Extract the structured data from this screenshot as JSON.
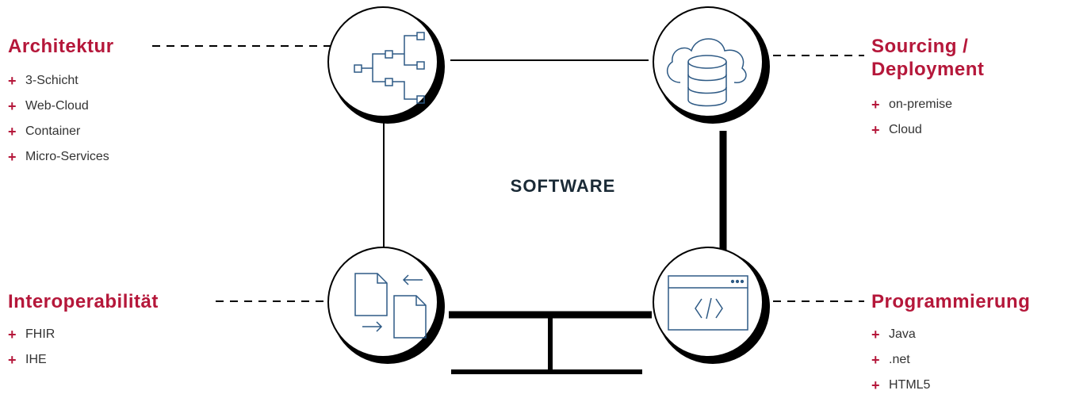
{
  "colors": {
    "accent": "#b5173a",
    "icon": "#2e5a85",
    "line": "#000000",
    "text": "#333333"
  },
  "center": {
    "label": "SOFTWARE"
  },
  "sections": {
    "architektur": {
      "title": "Architektur",
      "items": [
        "3-Schicht",
        "Web-Cloud",
        "Container",
        "Micro-Services"
      ],
      "icon": "tree-network-icon"
    },
    "sourcing": {
      "title_line1": "Sourcing /",
      "title_line2": "Deployment",
      "items": [
        "on-premise",
        "Cloud"
      ],
      "icon": "cloud-database-icon"
    },
    "interoperabilitaet": {
      "title": "Interoperabilität",
      "items": [
        "FHIR",
        "IHE"
      ],
      "icon": "document-exchange-icon"
    },
    "programmierung": {
      "title": "Programmierung",
      "items": [
        "Java",
        ".net",
        "HTML5"
      ],
      "icon": "code-window-icon"
    }
  },
  "bullet_symbol": "+"
}
